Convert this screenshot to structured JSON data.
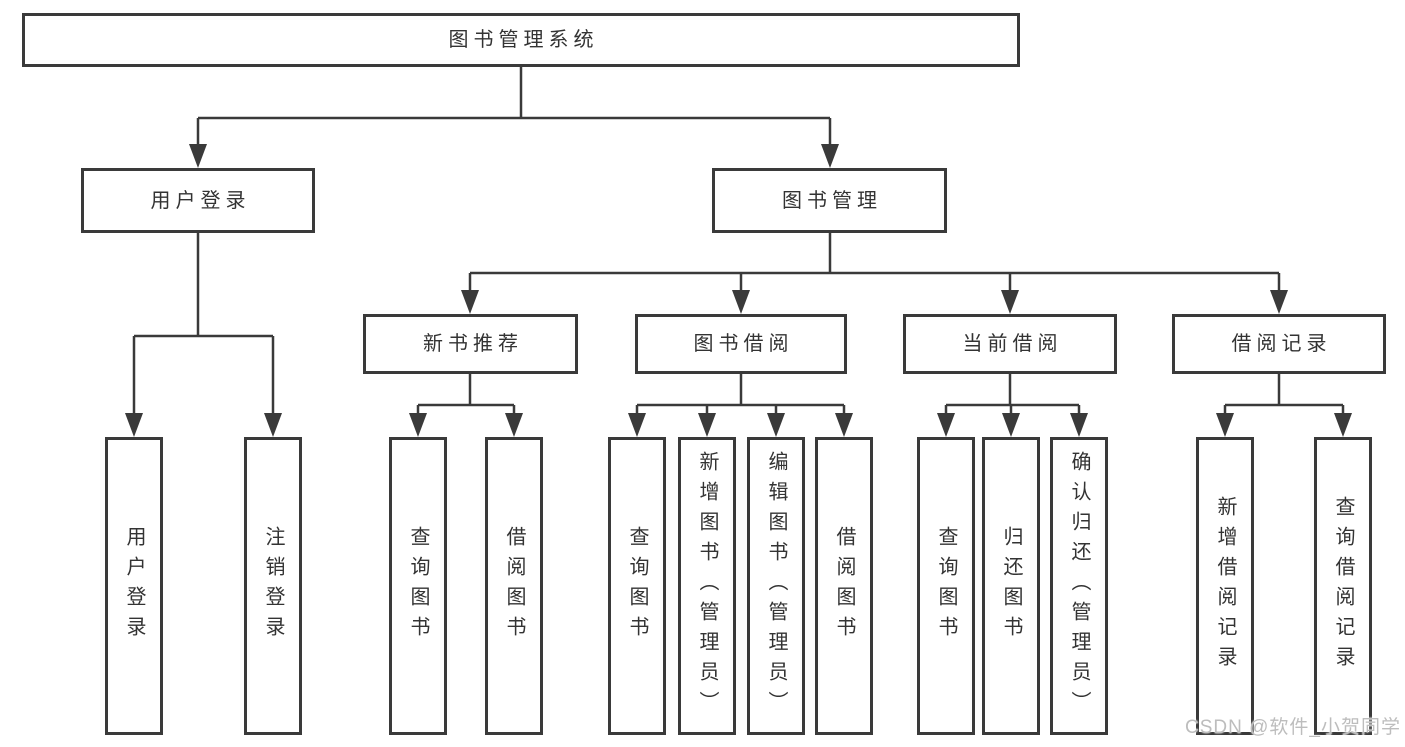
{
  "nodes": {
    "root": {
      "label": "图书管理系统"
    },
    "level2": [
      {
        "label": "用户登录"
      },
      {
        "label": "图书管理"
      }
    ],
    "level3": [
      {
        "label": "新书推荐",
        "parent": "图书管理"
      },
      {
        "label": "图书借阅",
        "parent": "图书管理"
      },
      {
        "label": "当前借阅",
        "parent": "图书管理"
      },
      {
        "label": "借阅记录",
        "parent": "图书管理"
      }
    ],
    "leaves": [
      {
        "label": "用户登录",
        "parent": "用户登录"
      },
      {
        "label": "注销登录",
        "parent": "用户登录"
      },
      {
        "label": "查询图书",
        "parent": "新书推荐"
      },
      {
        "label": "借阅图书",
        "parent": "新书推荐"
      },
      {
        "label": "查询图书",
        "parent": "图书借阅"
      },
      {
        "label": "新增图书（管理员）",
        "parent": "图书借阅"
      },
      {
        "label": "编辑图书（管理员）",
        "parent": "图书借阅"
      },
      {
        "label": "借阅图书",
        "parent": "图书借阅"
      },
      {
        "label": "查询图书",
        "parent": "当前借阅"
      },
      {
        "label": "归还图书",
        "parent": "当前借阅"
      },
      {
        "label": "确认归还（管理员）",
        "parent": "当前借阅"
      },
      {
        "label": "新增借阅记录",
        "parent": "借阅记录"
      },
      {
        "label": "查询借阅记录",
        "parent": "借阅记录"
      }
    ]
  },
  "watermark": "CSDN @软件_小贺同学",
  "colors": {
    "line": "#3a3a3a",
    "text": "#333333",
    "background": "#ffffff",
    "watermark": "#bdbdbd"
  }
}
